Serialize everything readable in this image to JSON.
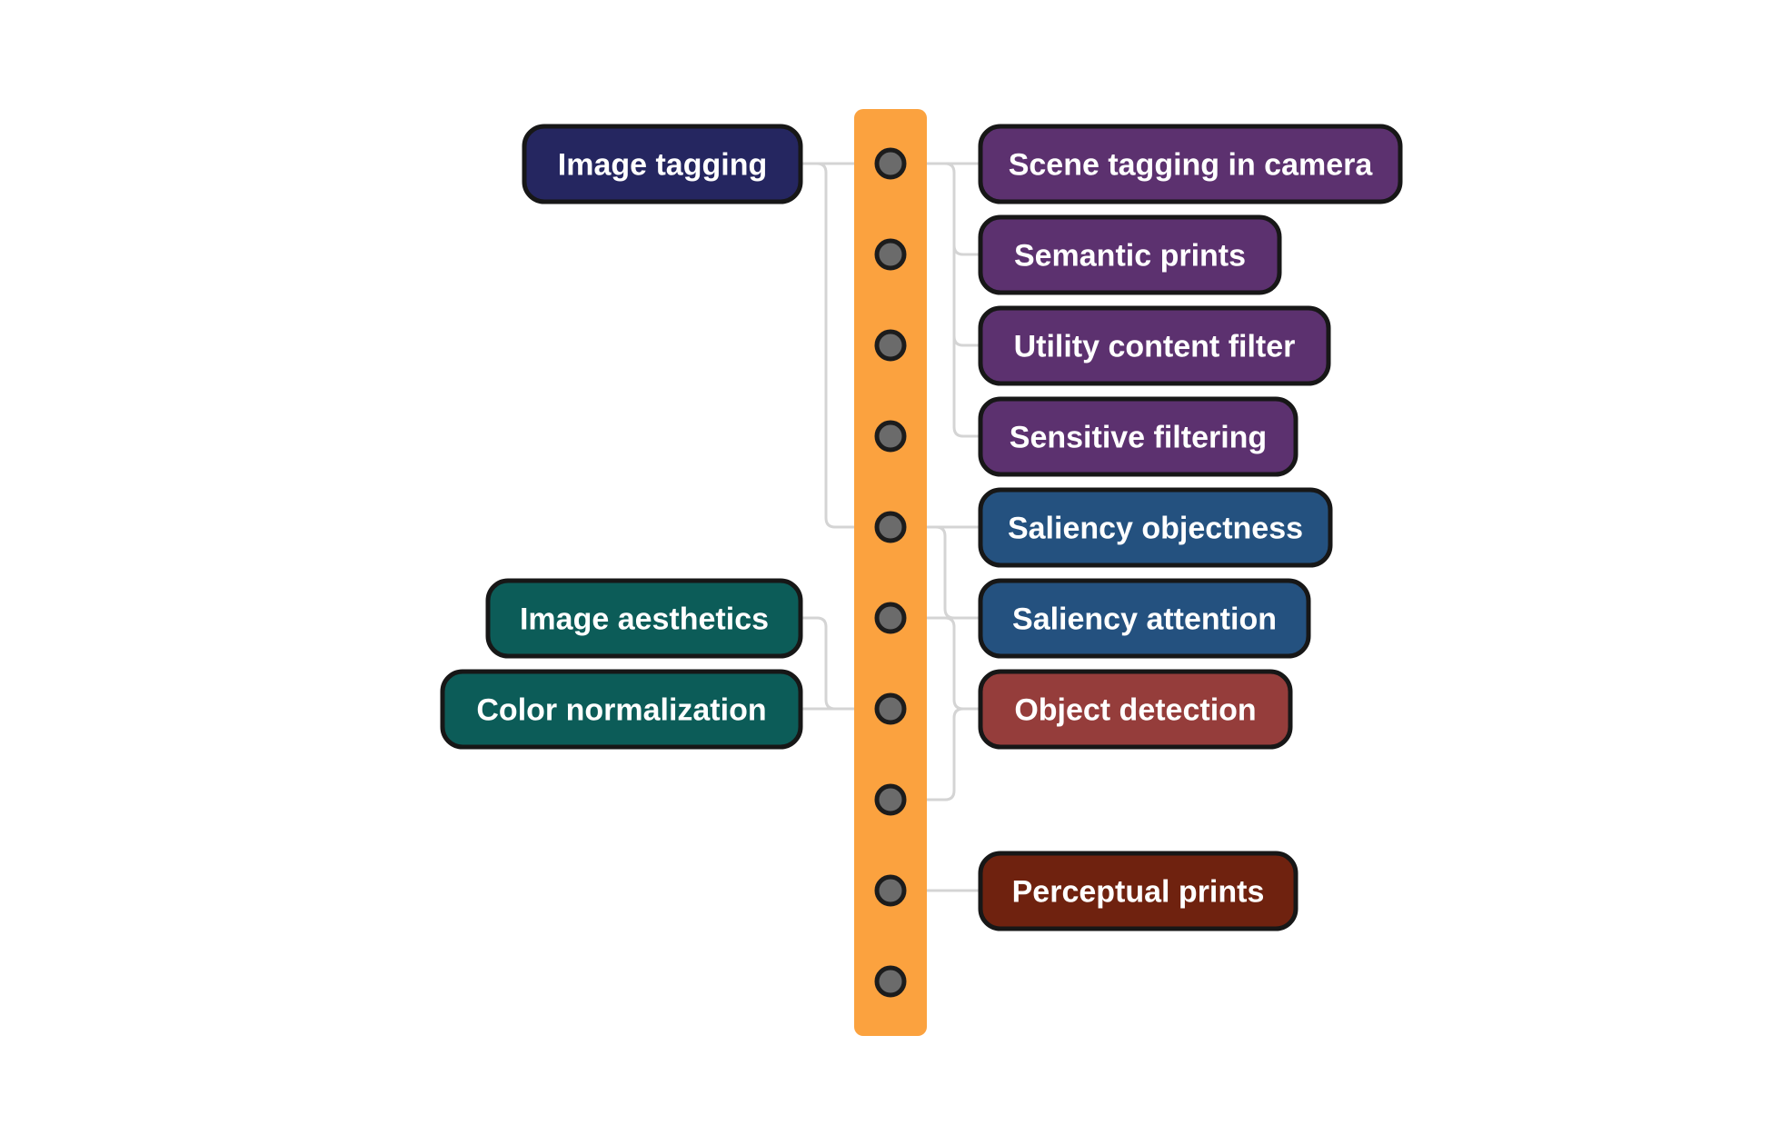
{
  "colors": {
    "background": "#ffffff",
    "spine": "#fba23f",
    "port_fill": "#6b6b6b",
    "port_stroke": "#1c1c1c",
    "connector": "#d4d4d4",
    "node_border": "#171717",
    "node_text": "#ffffff"
  },
  "spine": {
    "port_count": 10
  },
  "nodes": [
    {
      "id": "image-tagging",
      "label": "Image tagging",
      "side": "left",
      "color": "#252660"
    },
    {
      "id": "image-aesthetics",
      "label": "Image aesthetics",
      "side": "left",
      "color": "#0c5c58"
    },
    {
      "id": "color-normalization",
      "label": "Color normalization",
      "side": "left",
      "color": "#0c5c58"
    },
    {
      "id": "scene-tagging",
      "label": "Scene tagging in camera",
      "side": "right",
      "color": "#5c316f"
    },
    {
      "id": "semantic-prints",
      "label": "Semantic prints",
      "side": "right",
      "color": "#5c316f"
    },
    {
      "id": "utility-content-filter",
      "label": "Utility content filter",
      "side": "right",
      "color": "#5c316f"
    },
    {
      "id": "sensitive-filtering",
      "label": "Sensitive filtering",
      "side": "right",
      "color": "#5c316f"
    },
    {
      "id": "saliency-objectness",
      "label": "Saliency objectness",
      "side": "right",
      "color": "#24517f"
    },
    {
      "id": "saliency-attention",
      "label": "Saliency attention",
      "side": "right",
      "color": "#24517f"
    },
    {
      "id": "object-detection",
      "label": "Object detection",
      "side": "right",
      "color": "#953d3b"
    },
    {
      "id": "perceptual-prints",
      "label": "Perceptual prints",
      "side": "right",
      "color": "#6f220f"
    }
  ]
}
